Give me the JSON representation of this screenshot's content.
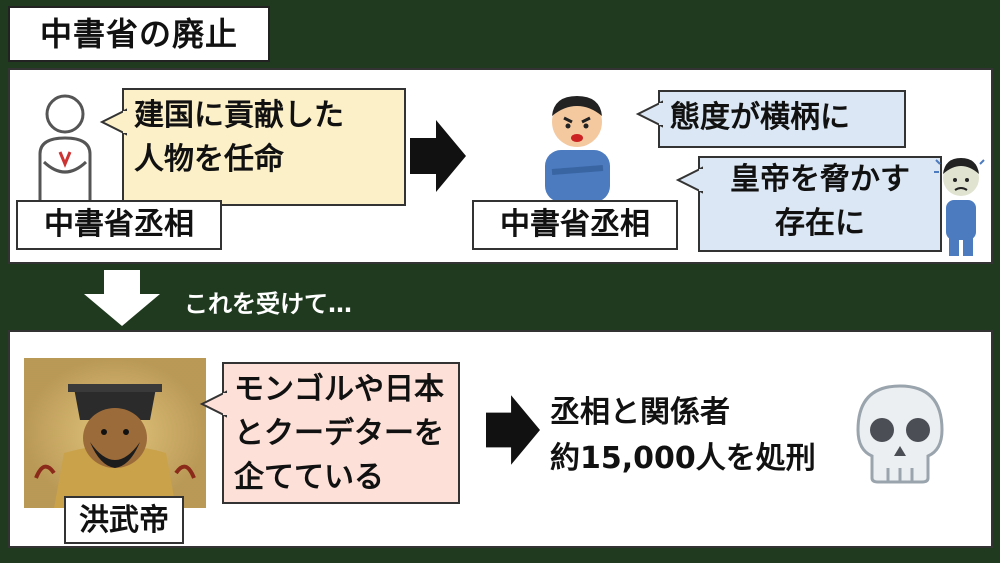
{
  "title": "中書省の廃止",
  "row1": {
    "bubble_left": [
      "建国に貢献した",
      "人物を任命"
    ],
    "label_left": "中書省丞相",
    "bubble_top_right": "態度が横柄に",
    "bubble_bottom_right": [
      "皇帝を脅かす",
      "存在に"
    ],
    "label_right": "中書省丞相"
  },
  "transition": "これを受けて…",
  "row2": {
    "bubble": [
      "モンゴルや日本",
      "とクーデターを",
      "企てている"
    ],
    "portrait_label": "洪武帝",
    "result": [
      "丞相と関係者",
      "約15,000人を処刑"
    ]
  },
  "colors": {
    "background": "#1f3a1f",
    "yellow_bubble": "#fcf0c8",
    "blue_bubble": "#dbe7f4",
    "pink_bubble": "#fde0d8"
  },
  "icons": [
    "person-outline-icon",
    "arrow-right-icon",
    "angry-man-icon",
    "scared-man-icon",
    "arrow-down-icon",
    "emperor-portrait-icon",
    "skull-icon"
  ]
}
